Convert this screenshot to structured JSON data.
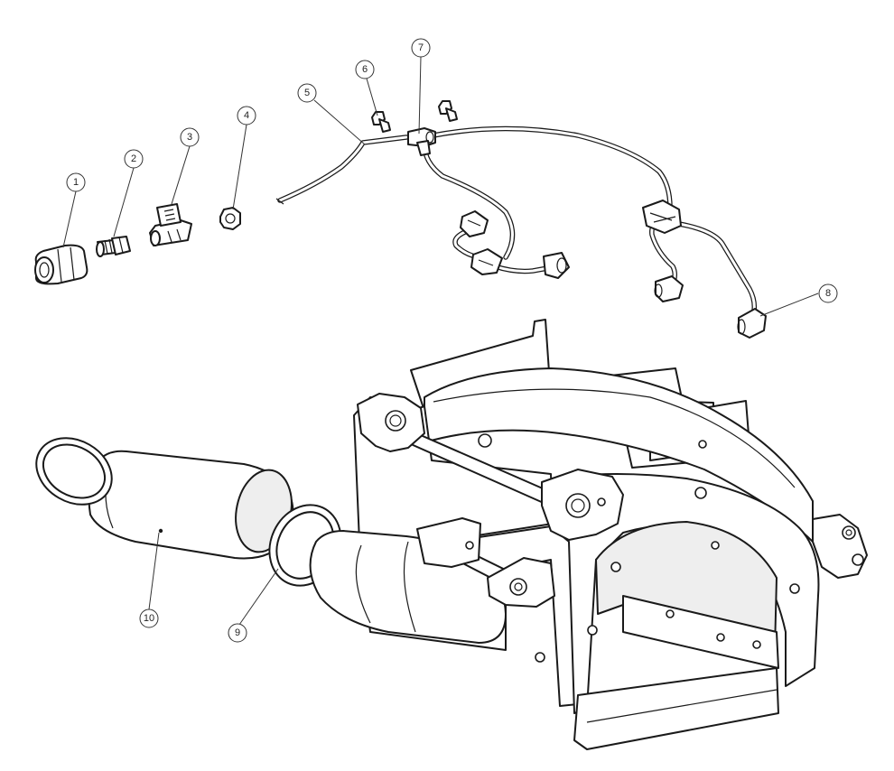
{
  "callouts": [
    {
      "id": "1",
      "label": "1"
    },
    {
      "id": "2",
      "label": "2"
    },
    {
      "id": "3",
      "label": "3"
    },
    {
      "id": "4",
      "label": "4"
    },
    {
      "id": "5",
      "label": "5"
    },
    {
      "id": "6",
      "label": "6"
    },
    {
      "id": "7",
      "label": "7"
    },
    {
      "id": "8",
      "label": "8"
    },
    {
      "id": "9",
      "label": "9"
    },
    {
      "id": "10",
      "label": "10"
    }
  ],
  "colors": {
    "line": "#1a1a1a",
    "background": "#ffffff",
    "shade": "#eeeeee"
  }
}
